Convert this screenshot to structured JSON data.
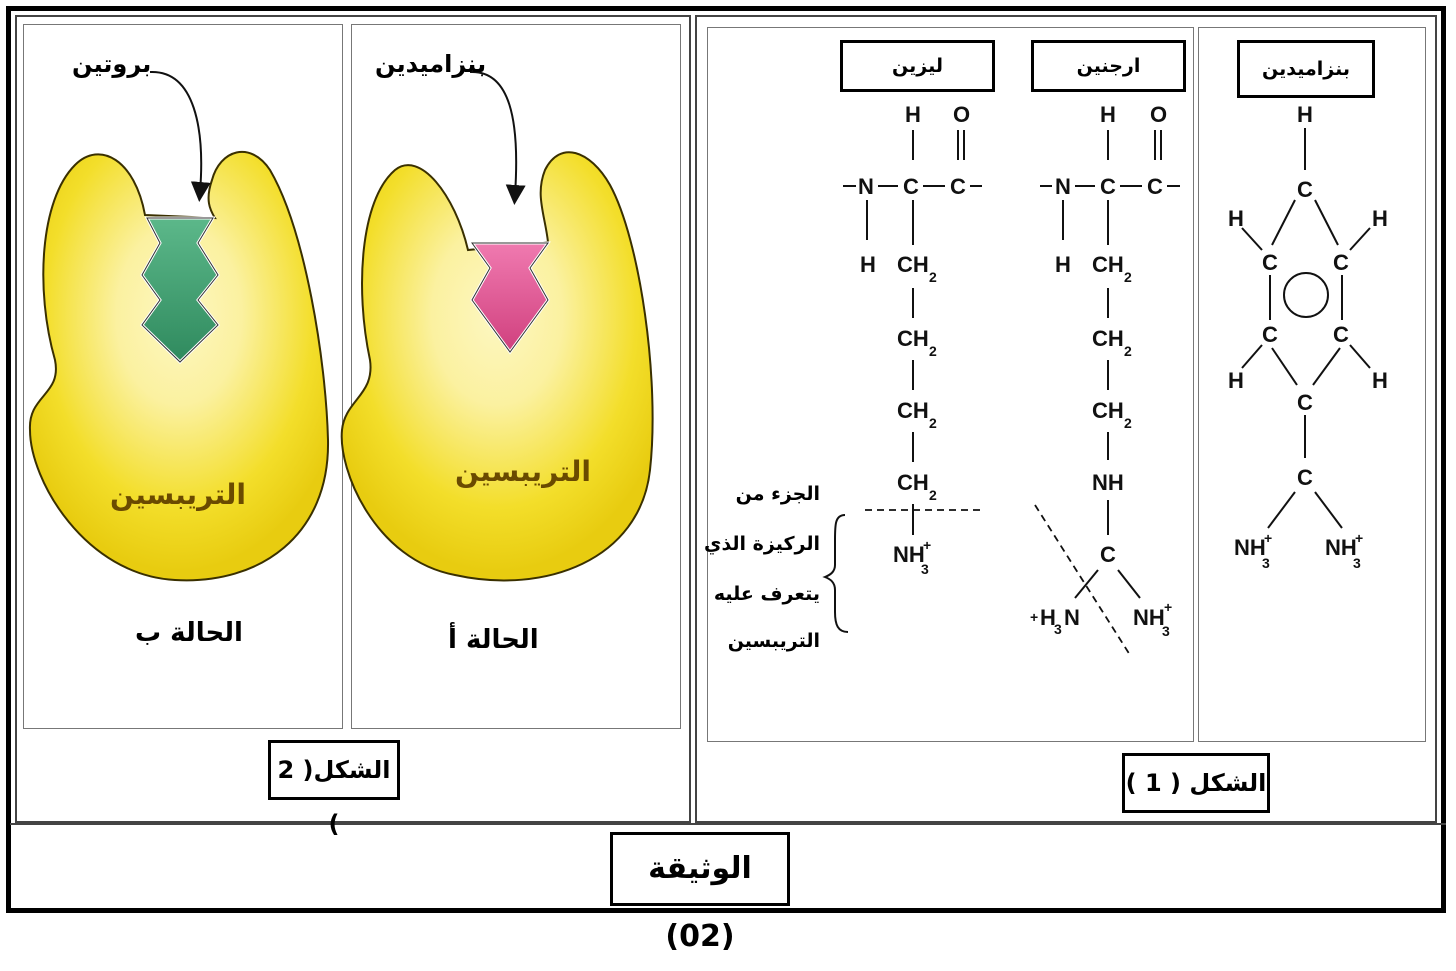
{
  "document_title": "الوثيقة (02)",
  "figure1": {
    "caption": "الشكل ( 1 )",
    "molecules": [
      {
        "name": "بنزاميدين"
      },
      {
        "name": "ارجنين"
      },
      {
        "name": "ليزين"
      }
    ],
    "recognized_part_note": [
      "الجزء من",
      "الركيزة الذي",
      "يتعرف عليه",
      "التريبسين"
    ]
  },
  "figure2": {
    "caption": "الشكل( 2 )",
    "states": [
      {
        "id": "a",
        "label": "الحالة أ",
        "arrow_label": "بنزاميدين",
        "enzyme_label": "التريبسين",
        "ligand_color": "#e0508f"
      },
      {
        "id": "b",
        "label": "الحالة ب",
        "arrow_label": "بروتين",
        "enzyme_label": "التريبسين",
        "ligand_color": "#3f9a6e"
      }
    ]
  },
  "colors": {
    "enzyme_fill": "#f2dc1a",
    "enzyme_highlight": "#fbf3a8",
    "enzyme_stroke": "#3a3000",
    "label_text": "#6a4a00"
  },
  "chem": {
    "H": "H",
    "O": "O",
    "C": "C",
    "N": "N",
    "CH": "CH",
    "NH": "NH",
    "sub2": "2",
    "sub3": "3",
    "plus": "+",
    "bond_v": "|",
    "bond_dbl": "||",
    "bond_h": "—"
  }
}
